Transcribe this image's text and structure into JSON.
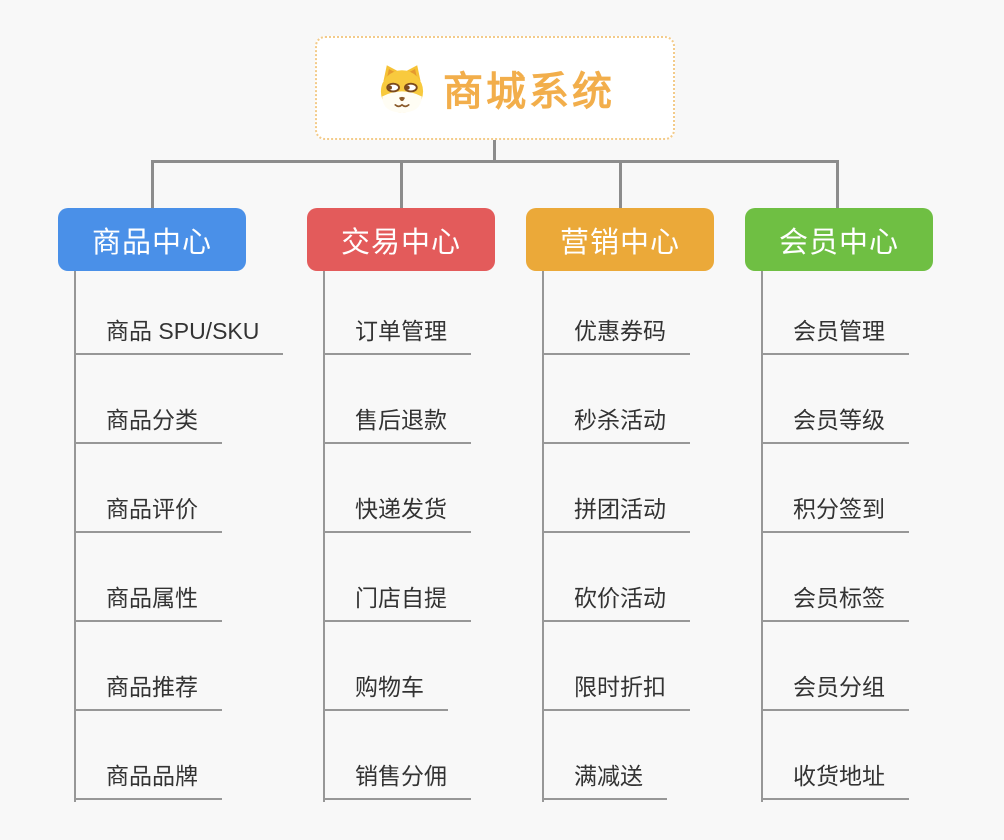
{
  "canvas": {
    "background": "#f8f8f8",
    "connector_color": "#8c8c8c",
    "underline_color": "#979797",
    "item_text_color": "#333333"
  },
  "root": {
    "title": "商城系统",
    "icon": "dog-face-icon",
    "title_color": "#f2ae4b",
    "border_color": "#f3cb8a"
  },
  "branches": [
    {
      "id": "product-center",
      "label": "商品中心",
      "color": "#4a90e8",
      "items": [
        "商品 SPU/SKU",
        "商品分类",
        "商品评价",
        "商品属性",
        "商品推荐",
        "商品品牌"
      ]
    },
    {
      "id": "trade-center",
      "label": "交易中心",
      "color": "#e35b5b",
      "items": [
        "订单管理",
        "售后退款",
        "快递发货",
        "门店自提",
        "购物车",
        "销售分佣"
      ]
    },
    {
      "id": "marketing-center",
      "label": "营销中心",
      "color": "#eba939",
      "items": [
        "优惠券码",
        "秒杀活动",
        "拼团活动",
        "砍价活动",
        "限时折扣",
        "满减送"
      ]
    },
    {
      "id": "member-center",
      "label": "会员中心",
      "color": "#6fbf43",
      "items": [
        "会员管理",
        "会员等级",
        "积分签到",
        "会员标签",
        "会员分组",
        "收货地址"
      ]
    }
  ]
}
